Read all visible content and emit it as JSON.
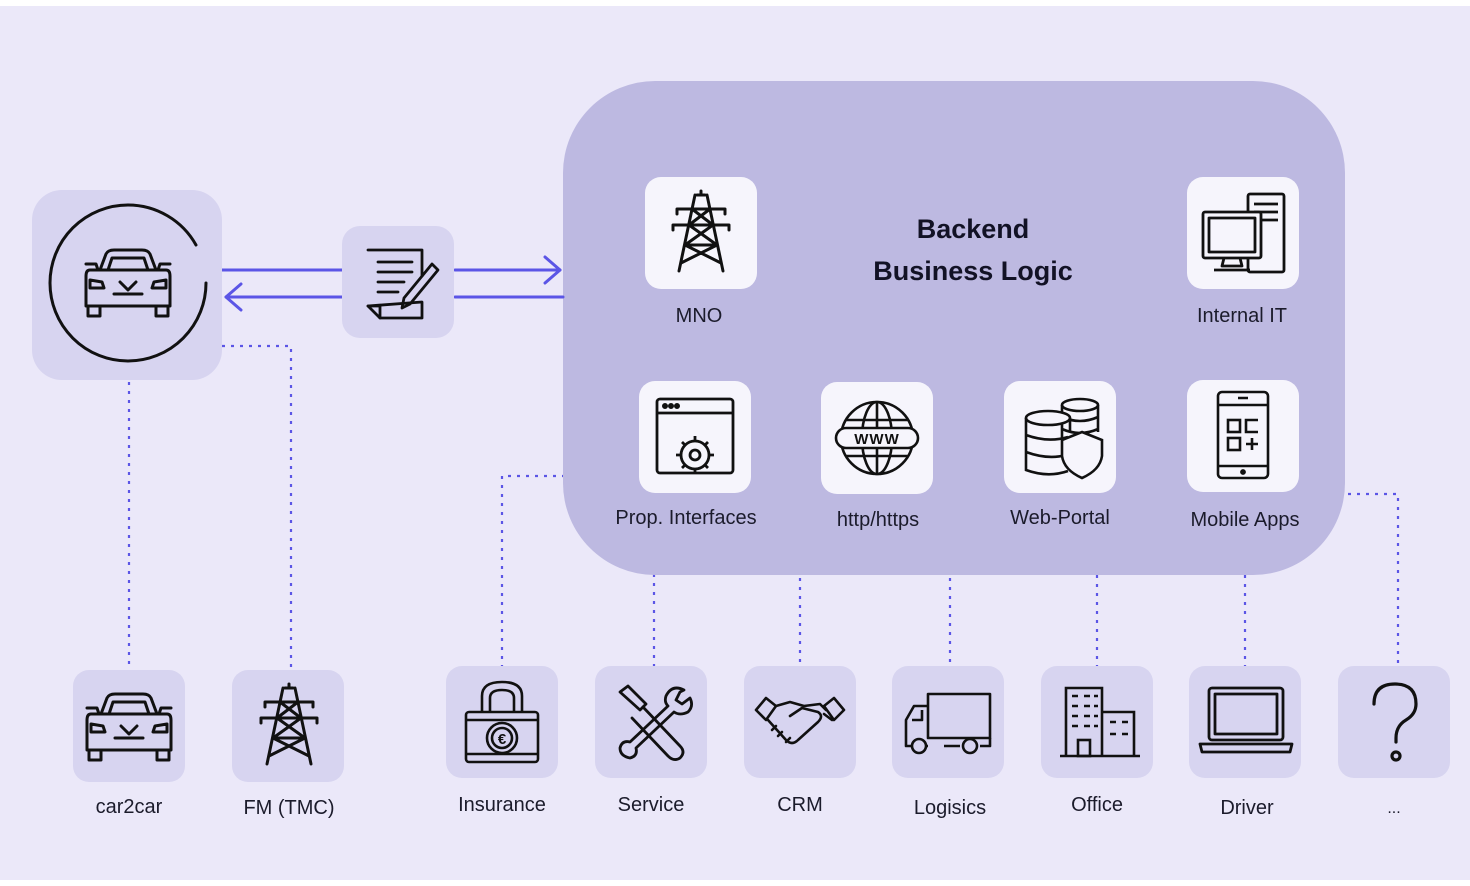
{
  "backend": {
    "title_line1": "Backend",
    "title_line2": "Business Logic"
  },
  "backend_items": {
    "mno": {
      "label": "MNO",
      "icon": "transmission-tower-icon"
    },
    "internal_it": {
      "label": "Internal IT",
      "icon": "desktop-computer-icon"
    },
    "prop_interfaces": {
      "label": "Prop. Interfaces",
      "icon": "browser-gear-icon"
    },
    "http": {
      "label": "http/https",
      "icon": "globe-www-icon"
    },
    "web_portal": {
      "label": "Web-Portal",
      "icon": "database-shield-icon"
    },
    "mobile_apps": {
      "label": "Mobile Apps",
      "icon": "smartphone-qr-icon"
    }
  },
  "bottom_items": {
    "car2car": {
      "label": "car2car",
      "icon": "car-icon"
    },
    "fm": {
      "label": "FM (TMC)",
      "icon": "transmission-tower-icon"
    },
    "insurance": {
      "label": "Insurance",
      "icon": "padlock-euro-icon"
    },
    "service": {
      "label": "Service",
      "icon": "wrench-screwdriver-icon"
    },
    "crm": {
      "label": "CRM",
      "icon": "handshake-icon"
    },
    "logistics": {
      "label": "Logisics",
      "icon": "truck-icon"
    },
    "office": {
      "label": "Office",
      "icon": "office-building-icon"
    },
    "driver": {
      "label": "Driver",
      "icon": "laptop-icon"
    },
    "more": {
      "label": "...",
      "icon": "question-mark-icon"
    }
  },
  "colors": {
    "background": "#ebe8f9",
    "backend_panel": "#bdb9e1",
    "tile": "#d7d4f0",
    "tile_white": "#f6f5fc",
    "arrow": "#5b55e6",
    "dotted": "#5b55e6",
    "icon_stroke": "#111111"
  }
}
